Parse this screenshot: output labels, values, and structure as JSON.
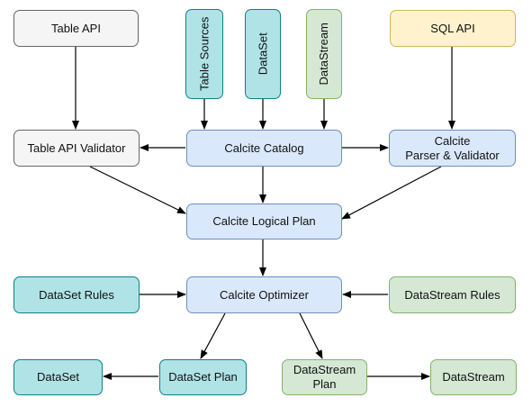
{
  "nodes": {
    "table_api": "Table API",
    "table_sources": "Table Sources",
    "dataset_source": "DataSet",
    "datastream_source": "DataStream",
    "sql_api": "SQL API",
    "table_api_validator": "Table API Validator",
    "calcite_catalog": "Calcite Catalog",
    "calcite_parser": "Calcite\nParser & Validator",
    "calcite_logical_plan": "Calcite Logical Plan",
    "dataset_rules": "DataSet Rules",
    "calcite_optimizer": "Calcite Optimizer",
    "datastream_rules": "DataStream Rules",
    "dataset_out": "DataSet",
    "dataset_plan": "DataSet Plan",
    "datastream_plan": "DataStream\nPlan",
    "datastream_out": "DataStream"
  },
  "colors": {
    "gray_fill": "#f5f5f5",
    "yellow_fill": "#fff2cc",
    "blue_fill": "#dae8fc",
    "teal_fill": "#b0e3e6",
    "green_fill": "#d5e8d4",
    "edge": "#000000"
  }
}
